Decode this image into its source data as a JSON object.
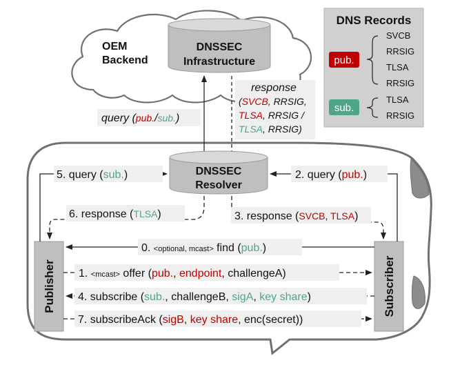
{
  "colors": {
    "publisher_red": "#c00000",
    "subscriber_green": "#4fa58a",
    "box_gray": "#bfbfbf"
  },
  "cloud": {
    "oem_line1": "OEM",
    "oem_line2": "Backend"
  },
  "dnssec_infra": {
    "line1": "DNSSEC",
    "line2": "Infrastructure"
  },
  "dnssec_resolver": {
    "line1": "DNSSEC",
    "line2": "Resolver"
  },
  "dns_records": {
    "title": "DNS Records",
    "pub_badge": "pub.",
    "sub_badge": "sub.",
    "pub_records": [
      "SVCB",
      "RRSIG",
      "TLSA",
      "RRSIG"
    ],
    "sub_records": [
      "TLSA",
      "RRSIG"
    ]
  },
  "actors": {
    "publisher": "Publisher",
    "subscriber": "Subscriber"
  },
  "cloud_query": {
    "prefix": "query (",
    "pub": "pub.",
    "slash": "/",
    "sub": "sub.",
    "suffix": ")"
  },
  "cloud_response": {
    "title": "response",
    "l1_open": "(",
    "svcb": "SVCB",
    "c1": ", RRSIG,",
    "tlsa1": "TLSA",
    "c2": ", RRSIG /",
    "tlsa2": "TLSA",
    "c3": ", RRSIG)"
  },
  "steps": {
    "s5": {
      "prefix": "5. query (",
      "sub": "sub.",
      "suffix": ")"
    },
    "s2": {
      "prefix": "2. query (",
      "pub": "pub.",
      "suffix": ")"
    },
    "s6": {
      "prefix": "6. response (",
      "tlsa": "TLSA",
      "suffix": ")"
    },
    "s3": {
      "prefix": "3. response (",
      "svcb": "SVCB",
      "comma": ", ",
      "tlsa": "TLSA",
      "suffix": ")"
    },
    "s0": {
      "prefix": "0. ",
      "optional": "<optional, mcast>",
      "find": " find (",
      "pub": "pub.",
      "suffix": ")"
    },
    "s1": {
      "prefix": "1. ",
      "mcast": "<mcast>",
      "offer": " offer (",
      "pub": "pub.",
      "c1": ", ",
      "endpoint": "endpoint",
      "c2": ", challengeA)"
    },
    "s4": {
      "prefix": "4. subscribe (",
      "sub": "sub.",
      "c1": ", challengeB, ",
      "siga": "sigA",
      "c2": ", ",
      "keyshare": "key share",
      "suffix": ")"
    },
    "s7": {
      "prefix": "7. subscribeAck (",
      "sigb": "sigB",
      "c1": ", ",
      "keyshare": "key share",
      "c2": ", enc(secret))"
    }
  }
}
